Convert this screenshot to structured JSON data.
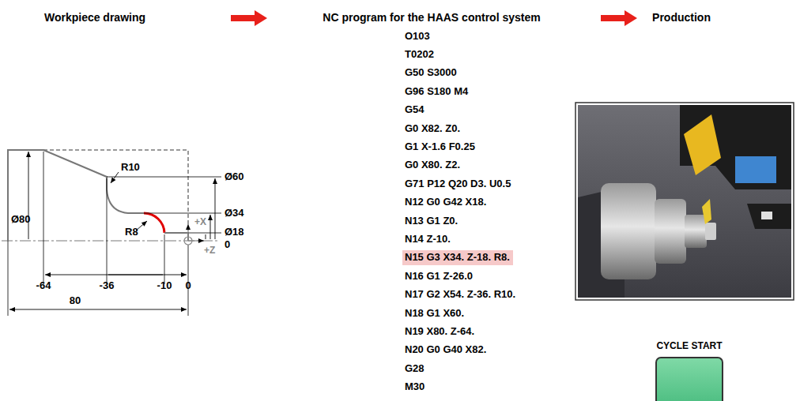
{
  "diagram": {
    "nodes": [
      {
        "text": [
          "N15 G3 X34. Z-18. R8."
        ]
      },
      {
        "text": [
          "CYCLE START"
        ]
      }
    ],
    "labels": [
      "Workpiece drawing",
      "NC program for the HAAS control system",
      "Production",
      "O103",
      "T0202",
      "G50 S3000",
      "G96 S180 M4",
      "G54",
      "G0 X82. Z0.",
      "G1 X-1.6 F0.25",
      "G0 X80. Z2.",
      "G71 P12 Q20 D3. U0.5",
      "N12 G0 G42 X18.",
      "N13 G1 Z0.",
      "N14 Z-10.",
      "N16 G1 Z-26.0",
      "N17 G2 X54. Z-36. R10.",
      "N18 G1 X60.",
      "N19 X80. Z-64.",
      "N20 G0 G40 X82.",
      "G28",
      "M30",
      "Ø60",
      "R10",
      "Ø34",
      "R8",
      "Ø80",
      "Ø18",
      "+X",
      "+Z",
      "0",
      "-64",
      "-36",
      "-10",
      "0",
      "80"
    ]
  }
}
